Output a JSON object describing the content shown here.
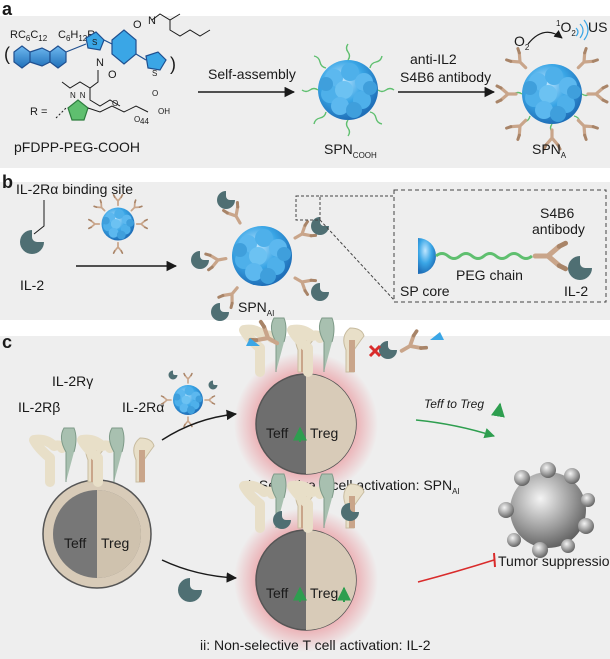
{
  "panel_a": {
    "letter": "a",
    "r_group": "RC",
    "c6h13_left": "C",
    "c6h13_right": "R",
    "r_def": "R =",
    "subscript_6": "6",
    "subscript_12": "12",
    "subscript_44": "44",
    "cooh_o": "O",
    "cooh_oh": "OH",
    "chem_s": "S",
    "chem_n": "N",
    "chem_o": "O",
    "polymer_name": "pFDPP-PEG-COOH",
    "arrow1_label": "Self-assembly",
    "arrow2_label_line1": "anti-IL2",
    "arrow2_label_line2": "S4B6 antibody",
    "spn_cooh": "SPN",
    "spn_cooh_sub": "COOH",
    "spn_a": "SPN",
    "spn_a_sub": "A",
    "o2_label": "O",
    "o2_sub": "2",
    "singlet_o2_sup": "1",
    "singlet_o2": "O",
    "singlet_o2_sub": "2",
    "us_label": "US"
  },
  "panel_b": {
    "letter": "b",
    "binding_site_label": "IL-2Rα binding site",
    "il2_label": "IL-2",
    "spn_ai": "SPN",
    "spn_ai_sub": "AI",
    "sp_core_label": "SP core",
    "peg_chain_label": "PEG chain",
    "s4b6_line1": "S4B6",
    "s4b6_line2": "antibody",
    "il2_inset_label": "IL-2"
  },
  "panel_c": {
    "letter": "c",
    "receptor_beta": "IL-2Rβ",
    "receptor_gamma": "IL-2Rγ",
    "receptor_alpha": "IL-2Rα",
    "teff": "Teff",
    "treg": "Treg",
    "teff_to_treg": "Teff to Treg",
    "caption_i": "i: Selective T cell activation: SPN",
    "caption_i_sub": "AI",
    "caption_ii": "ii: Non-selective T cell activation: IL-2",
    "tumor_label": "Tumor suppression"
  },
  "colors": {
    "panel_bg": "#eeeeee",
    "spn_blue": "#3aa6e6",
    "peg_green": "#5fbf6f",
    "il2_slate": "#4f6f73",
    "antibody_tan": "#c9a58a",
    "teff_gray": "#6e6e6e",
    "treg_beige": "#d8cbb8",
    "glow_red": "#e8505b",
    "arrow_green": "#2e9e4f",
    "inhibit_red": "#d92b2b"
  }
}
